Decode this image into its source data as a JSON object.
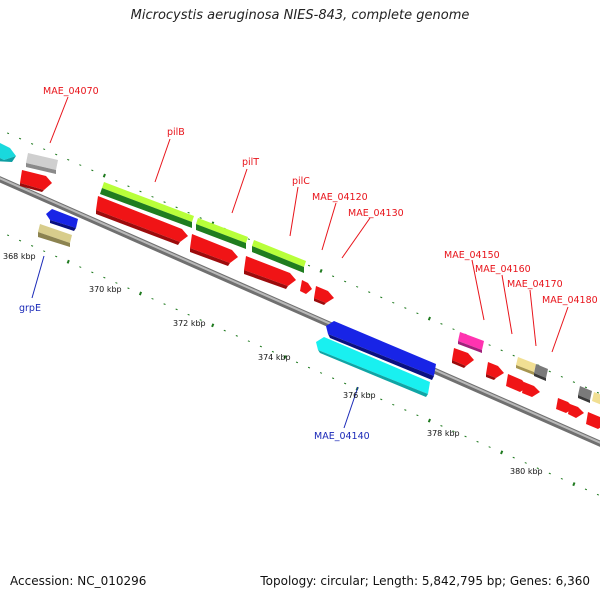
{
  "title": "Microcystis aeruginosa NIES-843, complete genome",
  "footer": {
    "accession": "Accession: NC_010296",
    "summary": "Topology: circular; Length: 5,842,795 bp; Genes: 6,360"
  },
  "colors": {
    "forward_label": "#e8141b",
    "reverse_label": "#1b2ab8",
    "backbone": "#8e8e8e",
    "tick_dot": "#1f7a1f"
  },
  "ticks": [
    {
      "label": "368 kbp"
    },
    {
      "label": "370 kbp"
    },
    {
      "label": "372 kbp"
    },
    {
      "label": "374 kbp"
    },
    {
      "label": "376 kbp"
    },
    {
      "label": "378 kbp"
    },
    {
      "label": "380 kbp"
    }
  ],
  "gene_labels": [
    {
      "text": "MAE_04070",
      "strand": "forward"
    },
    {
      "text": "pilB",
      "strand": "forward"
    },
    {
      "text": "pilT",
      "strand": "forward"
    },
    {
      "text": "pilC",
      "strand": "forward"
    },
    {
      "text": "MAE_04120",
      "strand": "forward"
    },
    {
      "text": "MAE_04130",
      "strand": "forward"
    },
    {
      "text": "MAE_04150",
      "strand": "forward"
    },
    {
      "text": "MAE_04160",
      "strand": "forward"
    },
    {
      "text": "MAE_04170",
      "strand": "forward"
    },
    {
      "text": "MAE_04180",
      "strand": "forward"
    },
    {
      "text": "grpE",
      "strand": "reverse"
    },
    {
      "text": "MAE_04140",
      "strand": "reverse"
    }
  ]
}
